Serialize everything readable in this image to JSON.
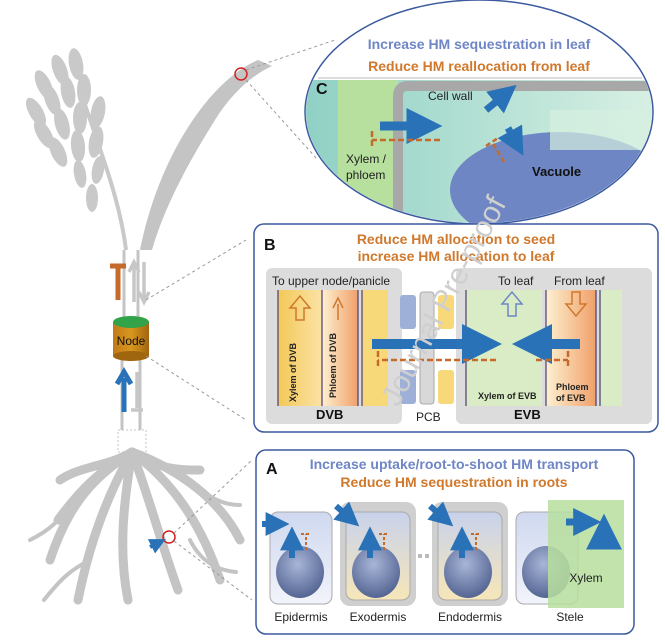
{
  "panel_c": {
    "letter": "C",
    "title_line1": "Increase HM sequestration in leaf",
    "title_line2": "Reduce HM reallocation from leaf",
    "cell_wall": "Cell wall",
    "xylem_phloem_1": "Xylem /",
    "xylem_phloem_2": "phloem",
    "vacuole": "Vacuole"
  },
  "panel_b": {
    "letter": "B",
    "title_line1": "Reduce HM allocation to seed",
    "title_line2": "increase HM allocation to leaf",
    "to_upper": "To upper node/panicle",
    "to_leaf": "To leaf",
    "from_leaf": "From leaf",
    "xylem_dvb": "Xylem of DVB",
    "phloem_dvb": "Phloem of DVB",
    "xylem_evb": "Xylem of EVB",
    "phloem_evb_1": "Phloem",
    "phloem_evb_2": "of EVB",
    "dvb": "DVB",
    "pcb": "PCB",
    "evb": "EVB"
  },
  "panel_a": {
    "letter": "A",
    "title_line1": "Increase uptake/root-to-shoot HM transport",
    "title_line2": "Reduce HM sequestration in roots",
    "epidermis": "Epidermis",
    "exodermis": "Exodermis",
    "endodermis": "Endodermis",
    "stele": "Stele",
    "xylem": "Xylem"
  },
  "plant": {
    "node": "Node"
  },
  "watermark": "Journal Pre-proof",
  "colors": {
    "blue_title": "#6f86c6",
    "orange_title": "#d0782c",
    "arrow_blue": "#2a72b8",
    "inhibit_orange": "#c56a2a",
    "plant_gray": "#c4c4c4",
    "node_green": "#33a34a"
  }
}
